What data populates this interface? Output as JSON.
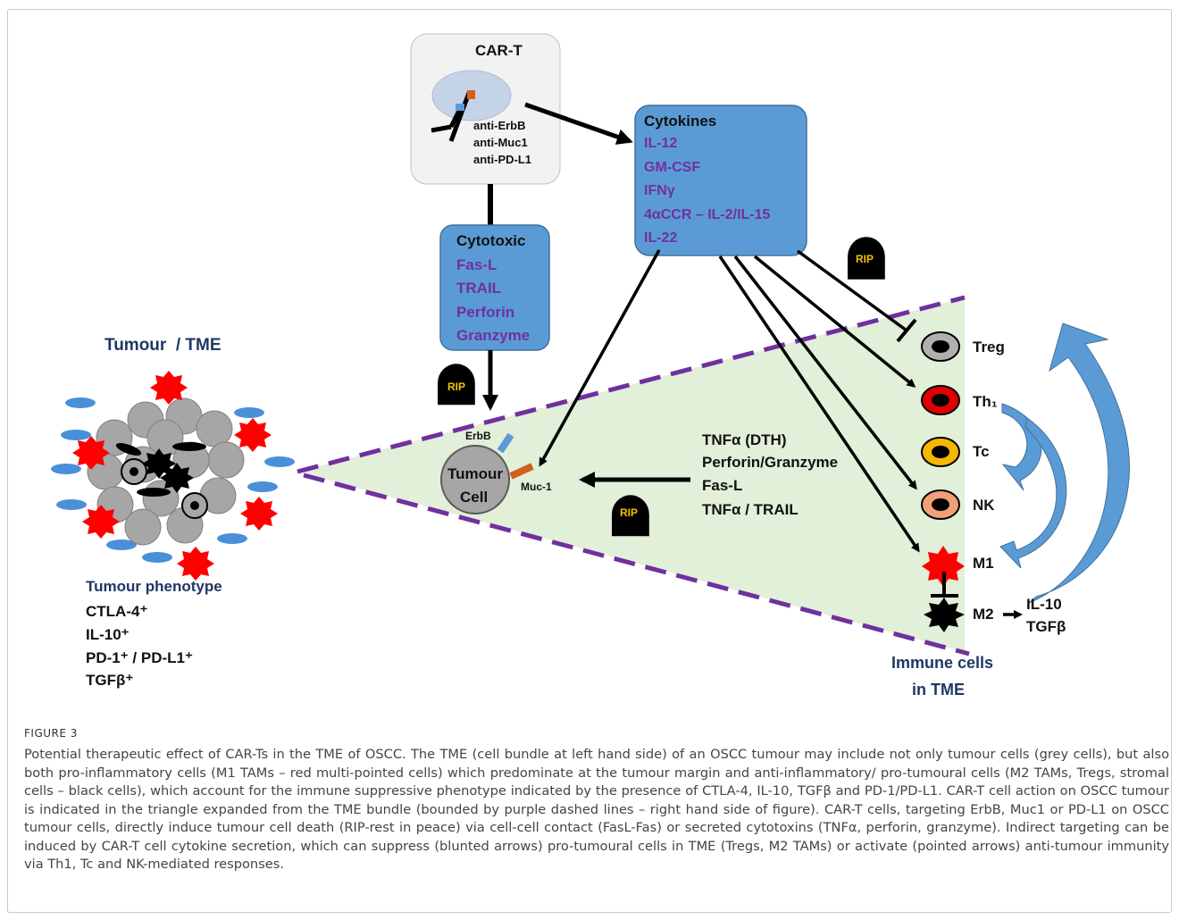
{
  "cart": {
    "title": "CAR-T",
    "targets": [
      "anti-ErbB",
      "anti-Muc1",
      "anti-PD-L1"
    ]
  },
  "cytokines": {
    "title": "Cytokines",
    "items": [
      "IL-12",
      "GM-CSF",
      "IFNγ",
      "4αCCR – IL-2/IL-15",
      "IL-22"
    ]
  },
  "cytotoxic": {
    "title": "Cytotoxic",
    "items": [
      "Fas-L",
      "TRAIL",
      "Perforin",
      "Granzyme"
    ]
  },
  "rip_label": "RIP",
  "tumour": {
    "title": "Tumour  / TME",
    "phenotype_title": "Tumour phenotype",
    "phenotype": [
      "CTLA-4⁺",
      "IL-10⁺",
      "PD-1⁺ / PD-L1⁺",
      "TGFβ⁺"
    ]
  },
  "tumour_cell": {
    "line1": "Tumour",
    "line2": "Cell",
    "erbb": "ErbB",
    "muc1": "Muc-1"
  },
  "mechanisms": [
    "TNFα (DTH)",
    "Perforin/Granzyme",
    "Fas-L",
    "TNFα / TRAIL"
  ],
  "immune_cells": [
    {
      "name": "Treg",
      "color": "#b0b0b0"
    },
    {
      "name": "Th₁",
      "color": "#e10000"
    },
    {
      "name": "Tc",
      "color": "#f5b800"
    },
    {
      "name": "NK",
      "color": "#f0a078"
    },
    {
      "name": "M1",
      "color": "#ff0000"
    },
    {
      "name": "M2",
      "color": "#000000"
    }
  ],
  "m2_products": [
    "IL-10",
    "TGFβ"
  ],
  "immune_title": [
    "Immune cells",
    "in TME"
  ],
  "colors": {
    "box_blue": "#5b9bd5",
    "purple_text": "#7030a0",
    "dash_purple": "#7030a0",
    "triangle_fill": "#e2efd9",
    "dark_navy": "#1f3864",
    "curved_arrow": "#5b9bd5"
  },
  "caption": {
    "label": "FIGURE 3",
    "text": "Potential therapeutic effect of CAR-Ts in the TME of OSCC. The TME (cell bundle at left hand side) of an OSCC tumour may include not only tumour cells (grey cells), but also both pro-inflammatory cells (M1 TAMs – red multi-pointed cells) which predominate at the tumour margin and anti-inflammatory/ pro-tumoural cells (M2 TAMs, Tregs, stromal cells – black cells), which account for the immune suppressive phenotype indicated by the presence of CTLA-4, IL-10, TGFβ and PD-1/PD-L1. CAR-T cell action on OSCC tumour is indicated in the triangle expanded from the TME bundle (bounded by purple dashed lines – right hand side of figure). CAR-T cells, targeting ErbB, Muc1 or PD-L1 on OSCC tumour cells, directly induce tumour cell death (RIP-rest in peace) via cell-cell contact (FasL-Fas) or secreted cytotoxins (TNFα, perforin, granzyme). Indirect targeting can be induced by CAR-T cell cytokine secretion, which can suppress (blunted arrows) pro-tumoural cells in TME (Tregs, M2 TAMs) or activate (pointed arrows) anti-tumour immunity via Th1, Tc and NK-mediated responses."
  }
}
